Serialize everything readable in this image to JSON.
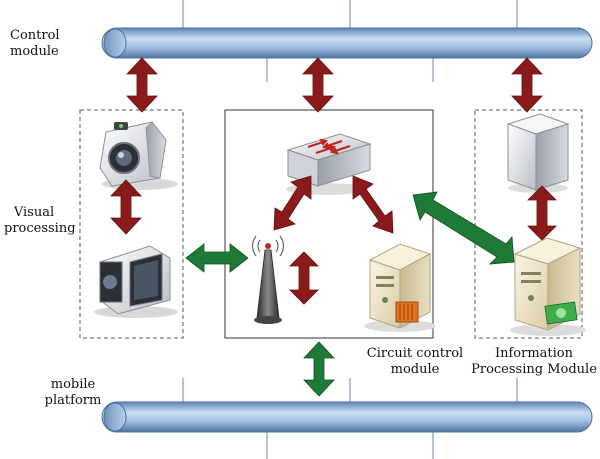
{
  "labels": {
    "control_line1": "Control",
    "control_line2": "module",
    "visual_line1": "Visual",
    "visual_line2": "processing",
    "mobile_line1": "mobile",
    "mobile_line2": "platform",
    "circuit_line1": "Circuit control",
    "circuit_line2": "module",
    "info_line1": "Information",
    "info_line2": "Processing Module"
  },
  "icons": {
    "camera": "camera-icon",
    "camcorder": "camcorder-icon",
    "switch": "network-switch-icon",
    "antenna": "wireless-antenna-icon",
    "server": "server-icon",
    "tower_pc": "tower-pc-icon",
    "server_cash": "server-with-cash-icon"
  },
  "colors": {
    "bus_light": "#c9dcf1",
    "bus_mid": "#8fb1d8",
    "bus_dark": "#5f86b6",
    "arrow_red": "#8b1a1a",
    "arrow_green": "#1e7a37",
    "box_border": "#666666"
  }
}
